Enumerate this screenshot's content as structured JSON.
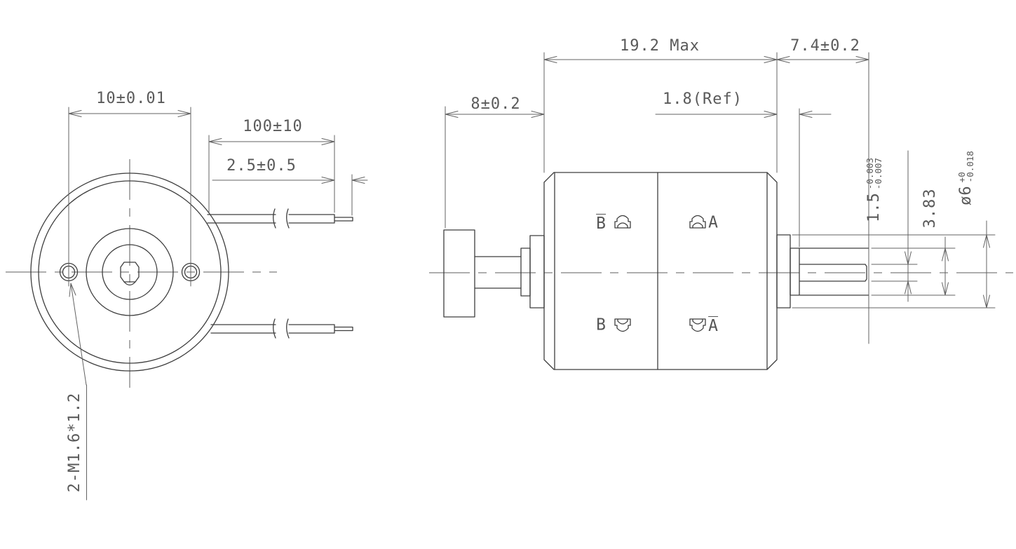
{
  "front_view": {
    "dim_hole_spacing": "10±0.01",
    "dim_lead_length": "100±10",
    "dim_strip_length": "2.5±0.5",
    "note_mounting_holes": "2-M1.6*1.2"
  },
  "side_view": {
    "dim_body_length": "19.2 Max",
    "dim_shaft_length": "7.4±0.2",
    "dim_rear_length": "8±0.2",
    "dim_boss_ref": "1.8(Ref)",
    "dim_flat_width": {
      "value": "1.5",
      "tol_upper": "-0.003",
      "tol_lower": "-0.007"
    },
    "dim_shaft_diameter": "3.83",
    "dim_boss_diameter": {
      "value": "ø6",
      "tol_upper": "+0",
      "tol_lower": "-0.018"
    },
    "terminals": {
      "top_left": "B",
      "top_left_overline": "true",
      "top_right": "A",
      "top_right_overline": "false",
      "bottom_left": "B",
      "bottom_left_overline": "false",
      "bottom_right": "A",
      "bottom_right_overline": "true"
    }
  },
  "colors": {
    "object_line": "#3e3e3e",
    "thin_line": "#636363",
    "text": "#5a5a5a",
    "background": "#ffffff"
  }
}
